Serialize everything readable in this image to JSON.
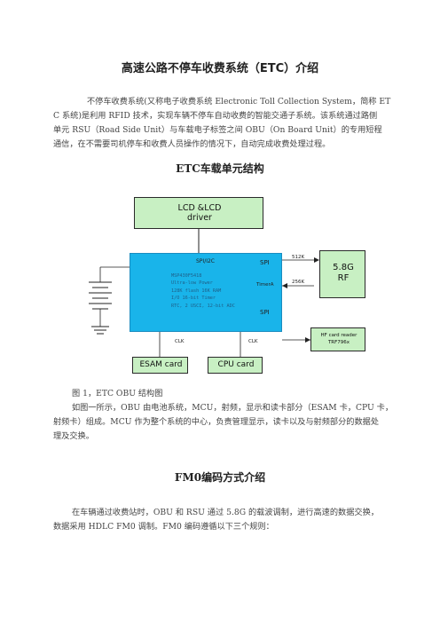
{
  "title": "高速公路不停车收费系统（ETC）介绍",
  "intro": {
    "lines": [
      "不停车收费系统(又称电子收费系统 Electronic Toll Collection System，简称 ET",
      "C 系统)是利用 RFID 技术，实现车辆不停车自动收费的智能交通子系统。该系统通过路侧",
      "单元 RSU（Road Side Unit）与车载电子标签之间 OBU（On Board Unit）的专用短程",
      "通信，在不需要司机停车和收费人员操作的情况下，自动完成收费处理过程。"
    ]
  },
  "section1_title": "ETC车载单元结构",
  "diagram": {
    "lcd_label_1": "LCD &LCD",
    "lcd_label_2": "driver",
    "spi_i2c": "SPI/I2C",
    "spi_top": "SPI",
    "timer": "TimerA",
    "spi_bottom": "SPI",
    "mcu_lines": [
      "MSP430F5418",
      "Ultra-low Power",
      "128K flash 16K RAM",
      "I/O 16-bit Timer",
      "RTC, 2 USCI, 12-bit ADC"
    ],
    "freq_512k": "512K",
    "freq_256k": "256K",
    "rf_label_1": "5.8G",
    "rf_label_2": "RF",
    "hf_label_1": "HF card reader",
    "hf_label_2": "TRF796x",
    "clk_left": "CLK",
    "clk_right": "CLK",
    "esam": "ESAM card",
    "cpu": "CPU card"
  },
  "figure_caption": "图 1，ETC OBU 结构图",
  "para2": {
    "lines": [
      "如图一所示，OBU 由电池系统，MCU，射频，显示和读卡部分（ESAM 卡，CPU 卡，",
      "射频卡）组成。MCU 作为整个系统的中心，负责管理显示，读卡以及与射频部分的数据处",
      "理及交换。"
    ]
  },
  "section2_title": "FM0编码方式介绍",
  "para3": {
    "lines": [
      "在车辆通过收费站时，OBU 和 RSU 通过 5.8G 的载波调制，进行高速的数据交换，",
      "数据采用 HDLC FM0 调制。FM0 编码遵循以下三个规则："
    ]
  }
}
